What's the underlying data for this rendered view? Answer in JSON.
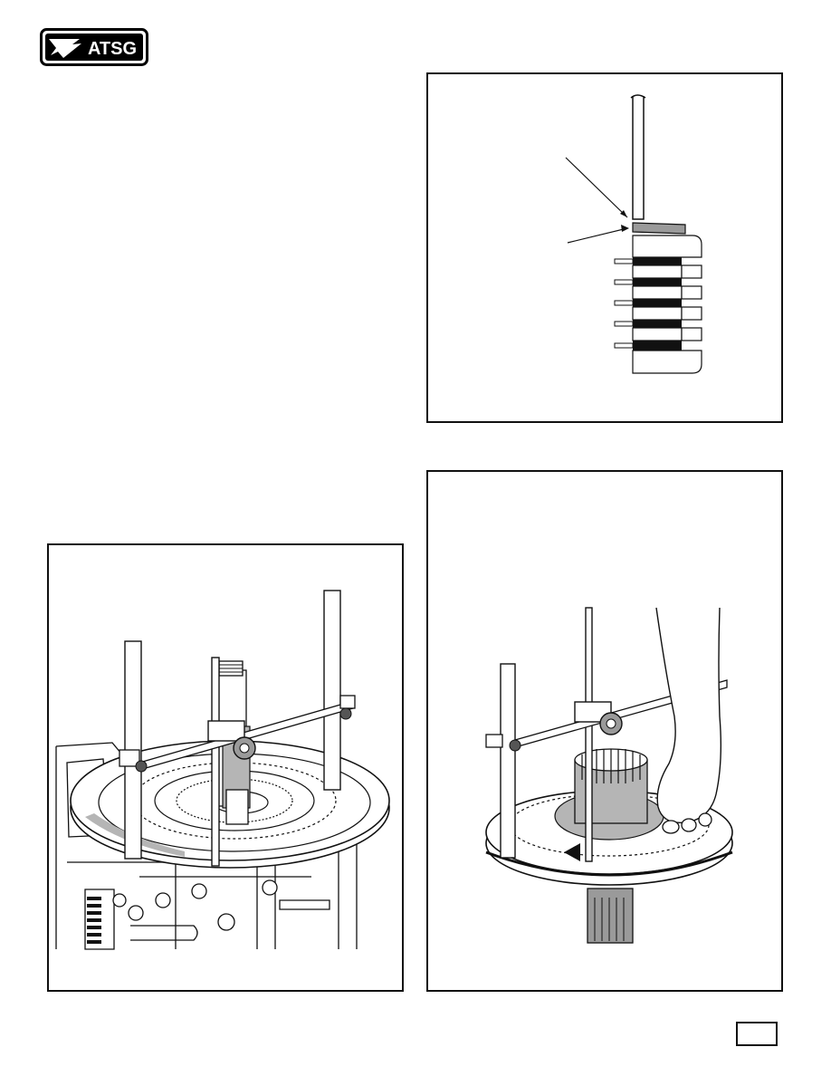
{
  "header": {
    "logo_text": "ATSG",
    "logo_icon": "atsg-eagle-icon"
  },
  "figures": [
    {
      "id": "shim-stack",
      "icon": "clutch-pack-shim-diagram"
    },
    {
      "id": "depth-gauge-fixture",
      "icon": "depth-gauge-on-pump-drawing"
    },
    {
      "id": "measuring-clearance",
      "icon": "hand-measuring-clearance-drawing"
    }
  ],
  "footer": {
    "page_number": ""
  },
  "colors": {
    "ink": "#111111",
    "shim_fill": "#9a9a9a",
    "shading": "#b5b5b5",
    "background": "#ffffff"
  }
}
